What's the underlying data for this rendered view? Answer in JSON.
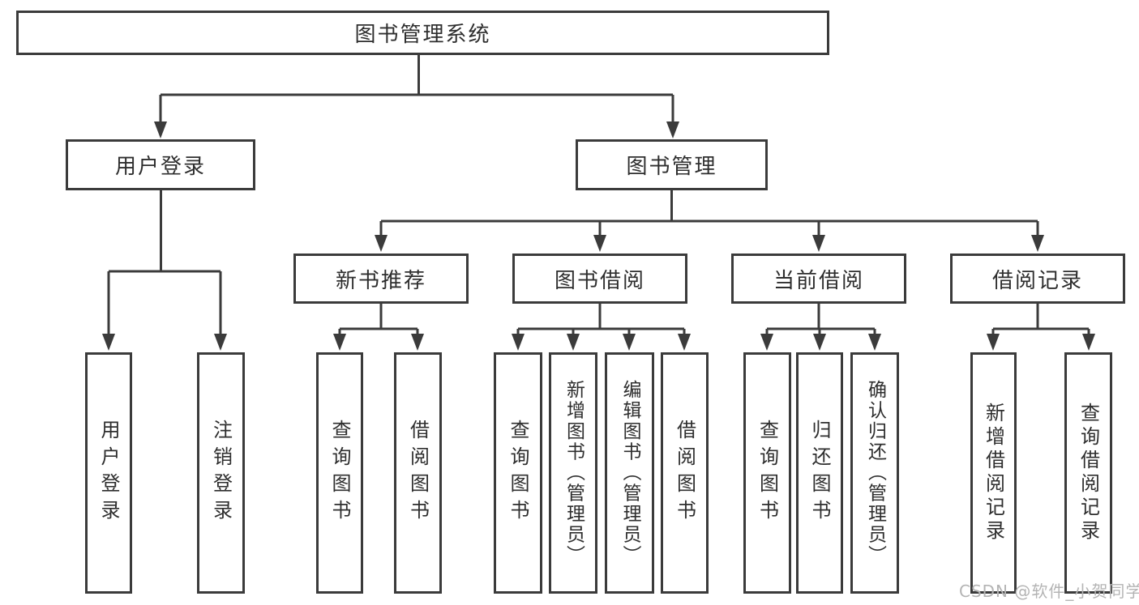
{
  "tree": {
    "label": "图书管理系统",
    "children": [
      {
        "label": "用户登录",
        "children": [
          {
            "label": "用户登录"
          },
          {
            "label": "注销登录"
          }
        ]
      },
      {
        "label": "图书管理",
        "children": [
          {
            "label": "新书推荐",
            "children": [
              {
                "label": "查询图书"
              },
              {
                "label": "借阅图书"
              }
            ]
          },
          {
            "label": "图书借阅",
            "children": [
              {
                "label": "查询图书"
              },
              {
                "label": "新增图书（管理员）"
              },
              {
                "label": "编辑图书（管理员）"
              },
              {
                "label": "借阅图书"
              }
            ]
          },
          {
            "label": "当前借阅",
            "children": [
              {
                "label": "查询图书"
              },
              {
                "label": "归还图书"
              },
              {
                "label": "确认归还（管理员）"
              }
            ]
          },
          {
            "label": "借阅记录",
            "children": [
              {
                "label": "新增借阅记录"
              },
              {
                "label": "查询借阅记录"
              }
            ]
          }
        ]
      }
    ]
  },
  "watermark": {
    "text": "CSDN @软件_小贺同学"
  },
  "colors": {
    "line": "#3b3b3b",
    "box_border": "#3b3b3b",
    "text": "#2e2e2e",
    "watermark": "#b4b4b4",
    "background": "#ffffff"
  }
}
